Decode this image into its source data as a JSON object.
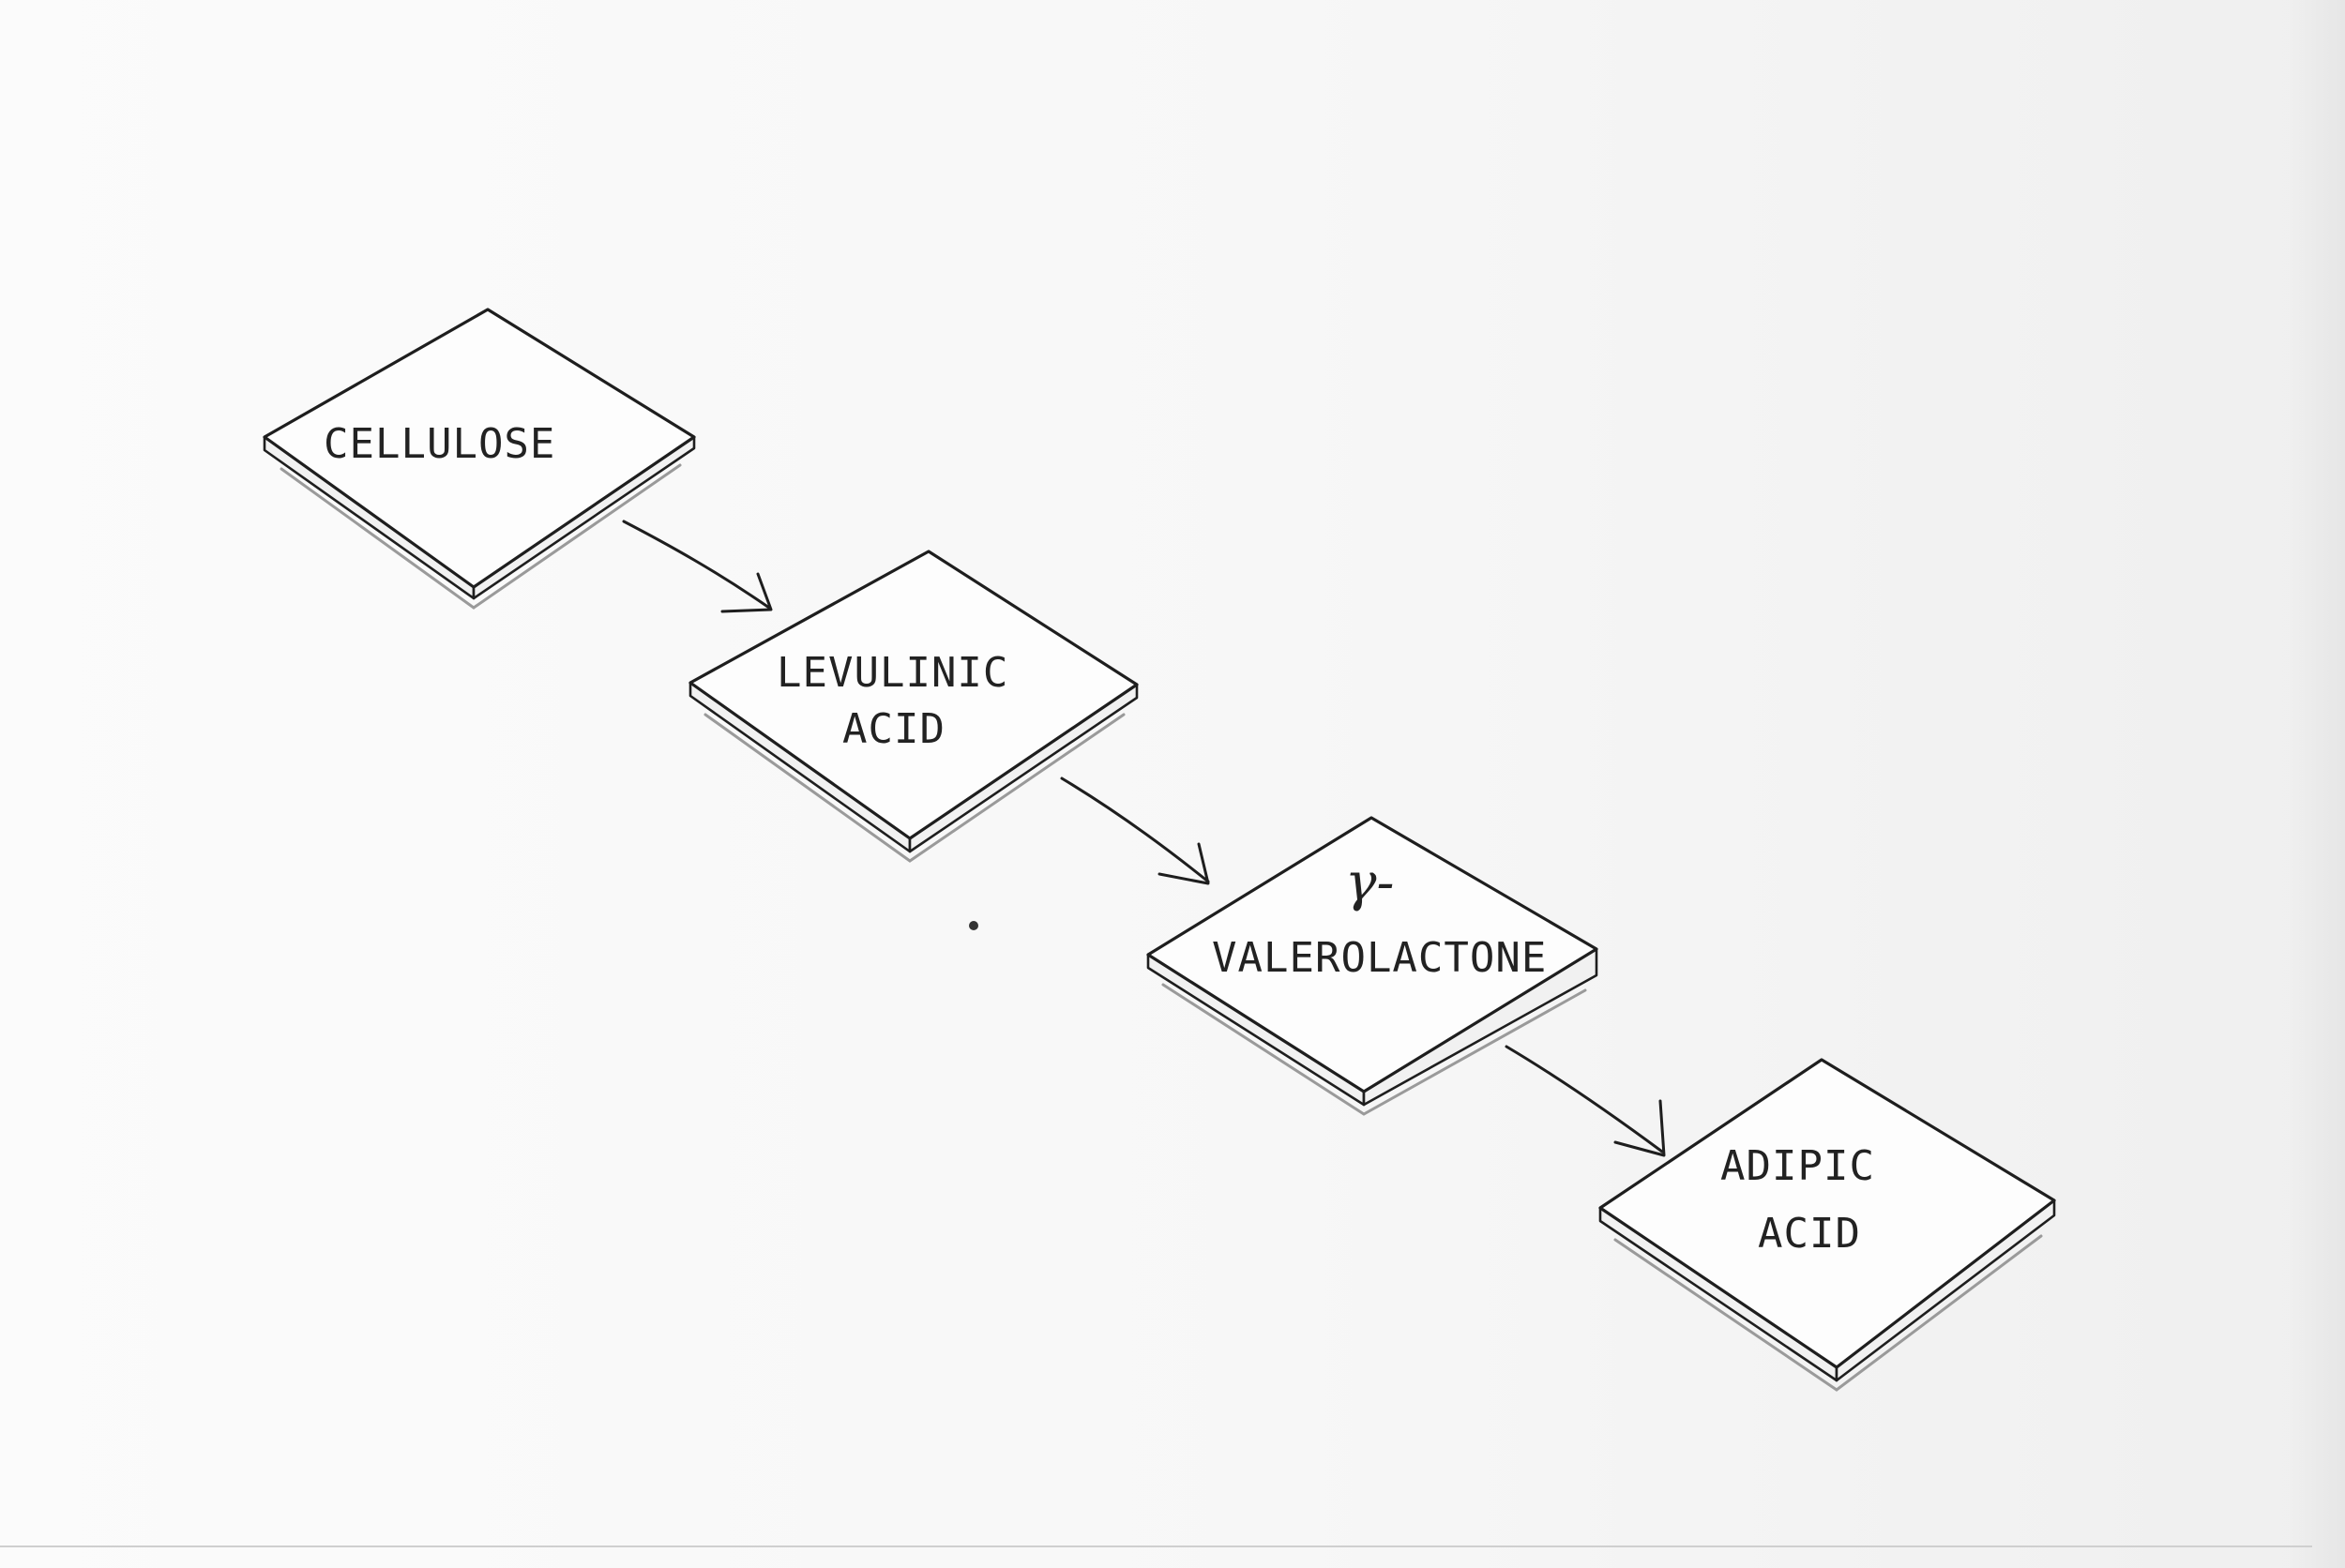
{
  "diagram": {
    "nodes": [
      {
        "id": "cellulose",
        "lines": [
          "CELLULOSE"
        ]
      },
      {
        "id": "levulinic-acid",
        "lines": [
          "LEVULINIC",
          "ACID"
        ]
      },
      {
        "id": "gamma-valerolactone",
        "lines": [
          "γ-",
          "VALEROLACTONE"
        ]
      },
      {
        "id": "adipic-acid",
        "lines": [
          "ADIPIC",
          "ACID"
        ]
      }
    ],
    "edges": [
      {
        "from": "cellulose",
        "to": "levulinic-acid"
      },
      {
        "from": "levulinic-acid",
        "to": "gamma-valerolactone"
      },
      {
        "from": "gamma-valerolactone",
        "to": "adipic-acid"
      }
    ]
  }
}
